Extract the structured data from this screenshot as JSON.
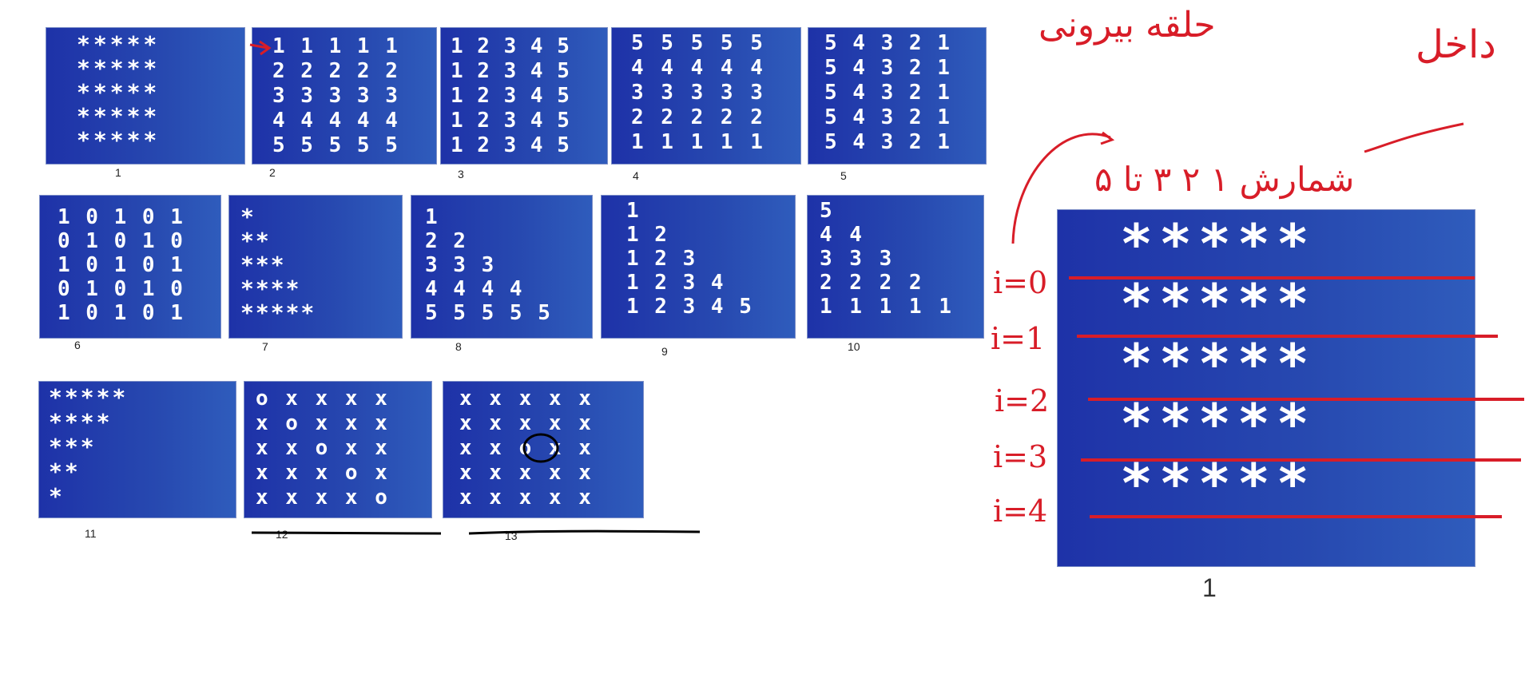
{
  "panels": [
    {
      "caption": "1",
      "pattern": "*****\n*****\n*****\n*****\n*****"
    },
    {
      "caption": "2",
      "pattern": "1 1 1 1 1\n2 2 2 2 2\n3 3 3 3 3\n4 4 4 4 4\n5 5 5 5 5"
    },
    {
      "caption": "3",
      "pattern": "1 2 3 4 5\n1 2 3 4 5\n1 2 3 4 5\n1 2 3 4 5\n1 2 3 4 5"
    },
    {
      "caption": "4",
      "pattern": "5 5 5 5 5\n4 4 4 4 4\n3 3 3 3 3\n2 2 2 2 2\n1 1 1 1 1"
    },
    {
      "caption": "5",
      "pattern": "5 4 3 2 1\n5 4 3 2 1\n5 4 3 2 1\n5 4 3 2 1\n5 4 3 2 1"
    },
    {
      "caption": "6",
      "pattern": "1 0 1 0 1\n0 1 0 1 0\n1 0 1 0 1\n0 1 0 1 0\n1 0 1 0 1"
    },
    {
      "caption": "7",
      "pattern": "*\n**\n***\n****\n*****"
    },
    {
      "caption": "8",
      "pattern": "1\n2 2\n3 3 3\n4 4 4 4\n5 5 5 5 5"
    },
    {
      "caption": "9",
      "pattern": "1\n1 2\n1 2 3\n1 2 3 4\n1 2 3 4 5"
    },
    {
      "caption": "10",
      "pattern": "5\n4 4\n3 3 3\n2 2 2 2\n1 1 1 1 1"
    },
    {
      "caption": "11",
      "pattern": "*****\n****\n***\n**\n*"
    },
    {
      "caption": "12",
      "pattern": "o x x x x\nx o x x x\nx x o x x\nx x x o x\nx x x x o"
    },
    {
      "caption": "13",
      "pattern": "x x x x x\nx x x x x\nx x o x x\nx x x x x\nx x x x x"
    }
  ],
  "enlarged": {
    "caption": "1",
    "pattern": "*****\n*****\n*****\n*****\n*****"
  },
  "annotations": {
    "row_labels": [
      "i=0",
      "i=1",
      "i=2",
      "i=3",
      "i=4"
    ],
    "inner_loop": "داخل",
    "outer_loop": "حلقه بیرونی",
    "counter_line": "شمارش ۱ ۲ ۳ تا ۵",
    "ink_color": "#d81d28"
  }
}
